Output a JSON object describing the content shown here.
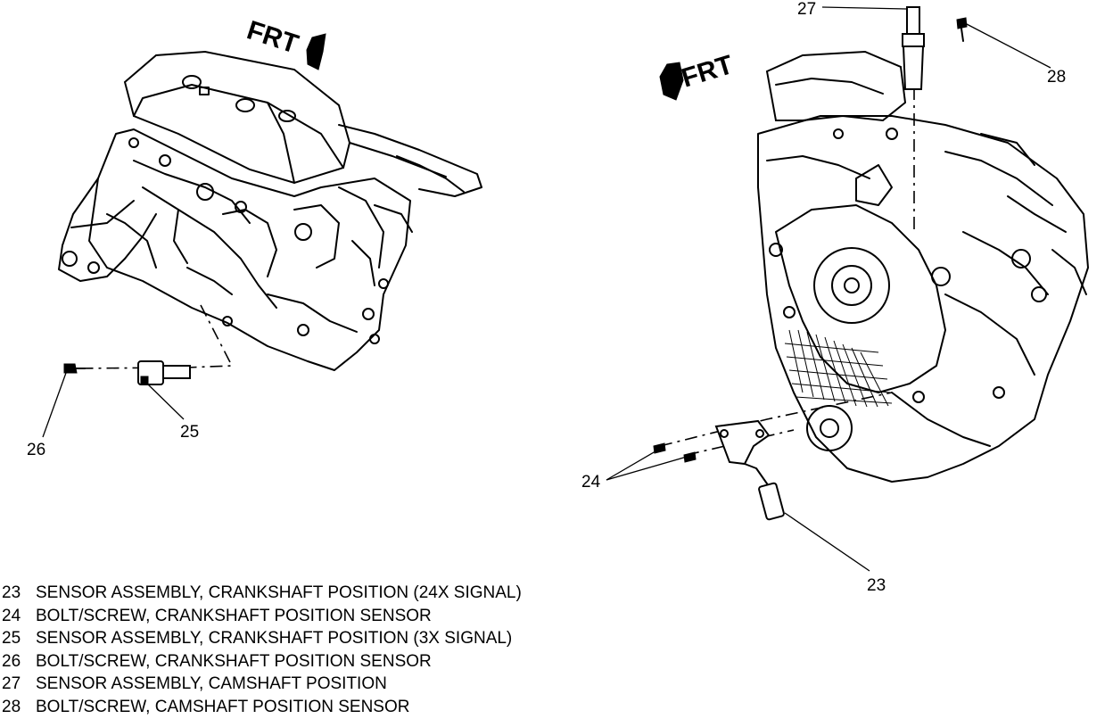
{
  "diagram": {
    "left_frt": "FRT",
    "right_frt": "FRT",
    "callouts": {
      "c23": "23",
      "c24": "24",
      "c25": "25",
      "c26": "26",
      "c27": "27",
      "c28": "28"
    }
  },
  "legend": [
    {
      "num": "23",
      "text": "SENSOR ASSEMBLY, CRANKSHAFT POSITION (24X SIGNAL)"
    },
    {
      "num": "24",
      "text": "BOLT/SCREW, CRANKSHAFT POSITION SENSOR"
    },
    {
      "num": "25",
      "text": "SENSOR ASSEMBLY, CRANKSHAFT POSITION (3X SIGNAL)"
    },
    {
      "num": "26",
      "text": "BOLT/SCREW, CRANKSHAFT POSITION SENSOR"
    },
    {
      "num": "27",
      "text": "SENSOR ASSEMBLY, CAMSHAFT POSITION"
    },
    {
      "num": "28",
      "text": "BOLT/SCREW, CAMSHAFT POSITION SENSOR"
    }
  ]
}
